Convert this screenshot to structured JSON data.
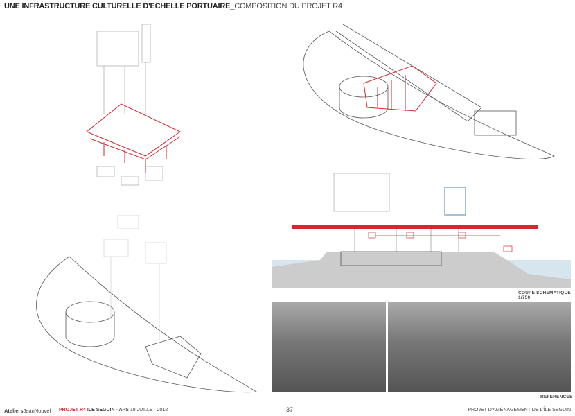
{
  "header": {
    "title_bold": "UNE INFRASTRUCTURE CULTURELLE D'ECHELLE PORTUAIRE",
    "title_rest": "_COMPOSITION DU PROJET R4"
  },
  "section": {
    "caption": "COUPE SCHEMATIQUE 1/750"
  },
  "photos": {
    "caption": "REFERENCES"
  },
  "footer": {
    "brand_a": "Ateliers",
    "brand_b": "JeanNouvel",
    "project": "PROJET R4",
    "site": "ILE SEGUIN - APS",
    "date": "18 JUILLET 2012",
    "page": "37",
    "right": "PROJET D'AMÉNAGEMENT DE L'ÎLE SEGUIN"
  },
  "colors": {
    "accent": "#d9262e"
  }
}
